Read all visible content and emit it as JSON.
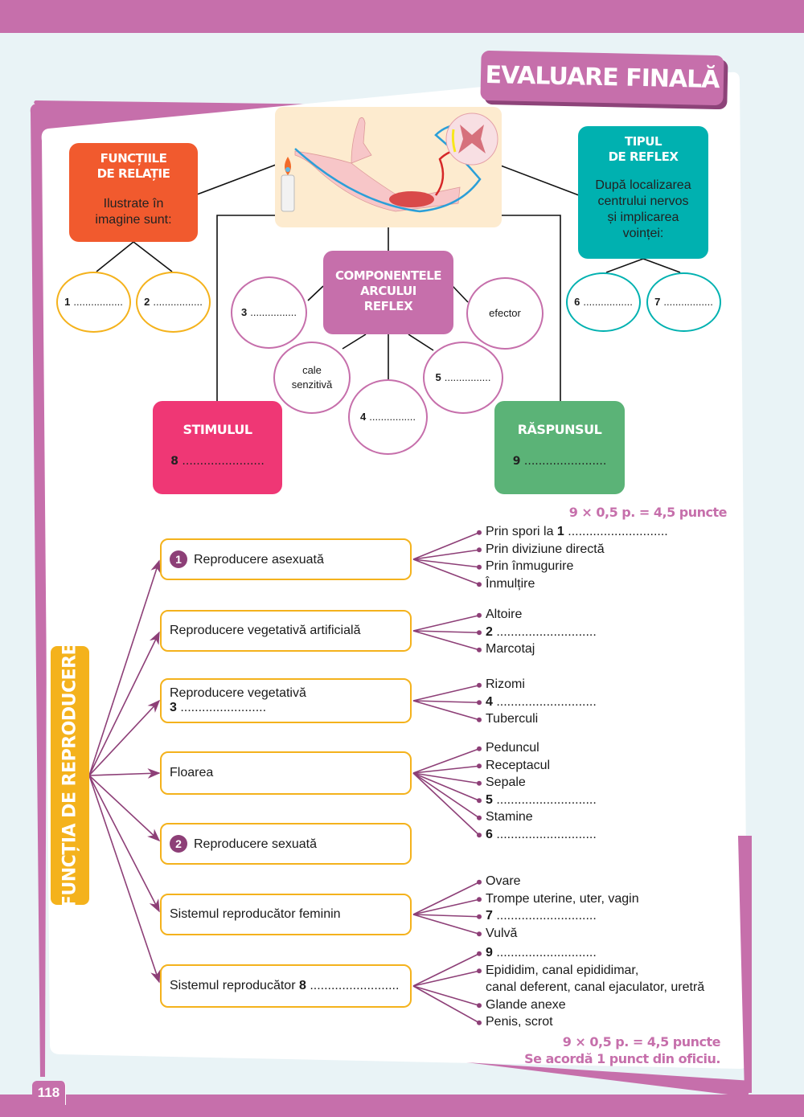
{
  "page": {
    "title": "EVALUARE FINALĂ",
    "page_number": "118"
  },
  "reflex_map": {
    "functii_relatie": {
      "title_line1": "FUNCȚIILE",
      "title_line2": "DE RELAȚIE",
      "sub_line1": "Ilustrate în",
      "sub_line2": "imagine sunt:",
      "blanks": [
        {
          "num": "1",
          "dots": "................."
        },
        {
          "num": "2",
          "dots": "................."
        }
      ]
    },
    "image_caption": "reflex-arc-illustration",
    "tipul_reflex": {
      "title_line1": "TIPUL",
      "title_line2": "DE REFLEX",
      "sub_lines": [
        "După localizarea",
        "centrului nervos",
        "și implicarea",
        "voinței:"
      ],
      "blanks": [
        {
          "num": "6",
          "dots": "................."
        },
        {
          "num": "7",
          "dots": "................."
        }
      ]
    },
    "componente": {
      "title_lines": [
        "COMPONENTELE",
        "ARCULUI",
        "REFLEX"
      ],
      "items": [
        {
          "num": "3",
          "text": "................"
        },
        {
          "num": "",
          "text": "efector"
        },
        {
          "num": "",
          "text": "cale senzitivă"
        },
        {
          "num": "4",
          "text": "................"
        },
        {
          "num": "5",
          "text": "................"
        }
      ]
    },
    "stimulul": {
      "title": "STIMULUL",
      "num": "8",
      "dots": "......................."
    },
    "raspunsul": {
      "title": "RĂSPUNSUL",
      "num": "9",
      "dots": "......................."
    },
    "score": "9 × 0,5 p. = 4,5 puncte"
  },
  "reproducere": {
    "root_label": "FUNCȚIA DE REPRODUCERE",
    "nodes": [
      {
        "badge": "1",
        "label": "Reproducere asexuată",
        "blank": "",
        "items": [
          {
            "text": "Prin spori la ",
            "num": "1",
            "dots": "............................"
          },
          {
            "text": "Prin diviziune directă"
          },
          {
            "text": "Prin înmugurire"
          },
          {
            "text": "Înmulțire"
          }
        ]
      },
      {
        "badge": "",
        "label": "Reproducere vegetativă artificială",
        "blank": "",
        "items": [
          {
            "text": "Altoire"
          },
          {
            "text": "",
            "num": "2",
            "dots": "............................"
          },
          {
            "text": "Marcotaj"
          }
        ]
      },
      {
        "badge": "",
        "label": "Reproducere vegetativă",
        "blank_num": "3",
        "blank": "........................",
        "items": [
          {
            "text": "Rizomi"
          },
          {
            "text": "",
            "num": "4",
            "dots": "............................"
          },
          {
            "text": "Tuberculi"
          }
        ]
      },
      {
        "badge": "",
        "label": "Floarea",
        "blank": "",
        "items": [
          {
            "text": "Peduncul"
          },
          {
            "text": "Receptacul"
          },
          {
            "text": "Sepale"
          },
          {
            "text": "",
            "num": "5",
            "dots": "............................"
          },
          {
            "text": "Stamine"
          },
          {
            "text": "",
            "num": "6",
            "dots": "............................"
          }
        ]
      },
      {
        "badge": "2",
        "label": "Reproducere sexuată",
        "blank": "",
        "items": []
      },
      {
        "badge": "",
        "label": "Sistemul reproducător feminin",
        "blank": "",
        "items": [
          {
            "text": "Ovare"
          },
          {
            "text": "Trompe uterine, uter, vagin"
          },
          {
            "text": "",
            "num": "7",
            "dots": "............................"
          },
          {
            "text": "Vulvă"
          }
        ]
      },
      {
        "badge": "",
        "label": "Sistemul reproducător ",
        "inline_num": "8",
        "inline_dots": ".........................",
        "items": [
          {
            "text": "",
            "num": "9",
            "dots": "............................"
          },
          {
            "text": "Epididim, canal epididimar,"
          },
          {
            "text": "canal deferent, canal ejaculator, uretră",
            "continuation": true
          },
          {
            "text": "Glande anexe"
          },
          {
            "text": "Penis, scrot"
          }
        ]
      }
    ],
    "score": "9 × 0,5 p. = 4,5 puncte",
    "bonus": "Se acordă 1 punct din oficiu."
  },
  "colors": {
    "accent_pink": "#c66fab",
    "orange": "#f15a2e",
    "teal": "#00b1b0",
    "magenta": "#ef3775",
    "green": "#5bb377",
    "yellow": "#f4b21c",
    "purple_line": "#8d3f77"
  }
}
